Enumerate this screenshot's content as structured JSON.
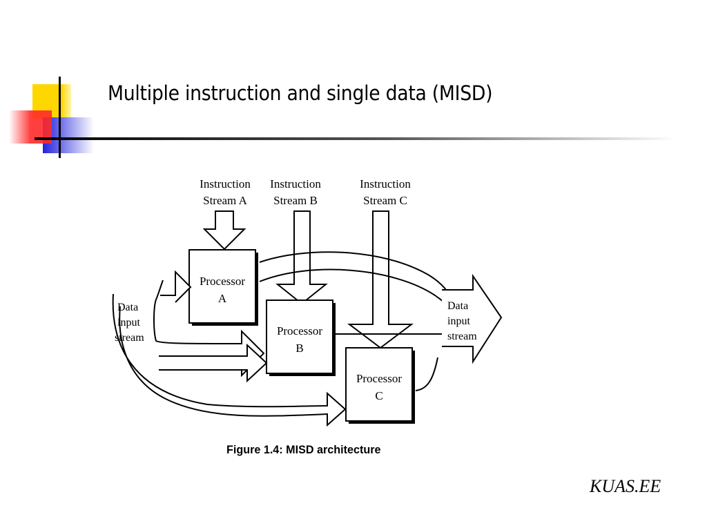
{
  "slide": {
    "title": "Multiple instruction and single data (MISD)",
    "footer": "KUAS.EE"
  },
  "figure": {
    "caption": "Figure 1.4:  MISD architecture",
    "instruction_streams": [
      {
        "line1": "Instruction",
        "line2": "Stream A"
      },
      {
        "line1": "Instruction",
        "line2": "Stream B"
      },
      {
        "line1": "Instruction",
        "line2": "Stream C"
      }
    ],
    "processors": [
      {
        "line1": "Processor",
        "line2": "A"
      },
      {
        "line1": "Processor",
        "line2": "B"
      },
      {
        "line1": "Processor",
        "line2": "C"
      }
    ],
    "data_input_left": {
      "line1": "Data",
      "line2": "input",
      "line3": "stream"
    },
    "data_input_right": {
      "line1": "Data",
      "line2": "input",
      "line3": "stream"
    }
  },
  "colors": {
    "decor_yellow": "#ffd700",
    "decor_red": "#ff3333",
    "decor_blue": "#2b2bd9",
    "rule": "#000000"
  }
}
